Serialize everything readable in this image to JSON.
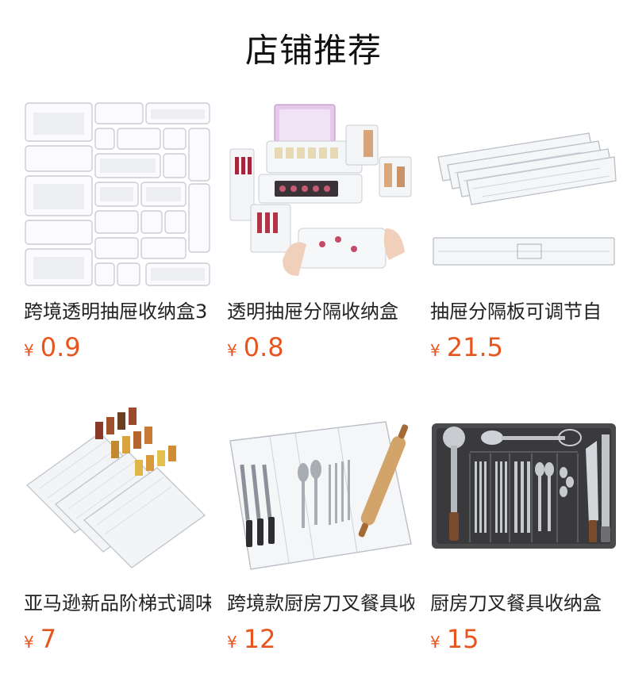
{
  "header": {
    "title": "店铺推荐"
  },
  "currency_symbol": "¥",
  "products": [
    {
      "name": "跨境透明抽屉收纳盒3",
      "price": "0.9",
      "image": "clear-drawer-organizer-set"
    },
    {
      "name": "透明抽屉分隔收纳盒",
      "price": "0.8",
      "image": "retractable-storage-box-makeup"
    },
    {
      "name": "抽屉分隔板可调节自",
      "price": "21.5",
      "image": "adjustable-drawer-dividers"
    },
    {
      "name": "亚马逊新品阶梯式调味",
      "price": "7",
      "image": "tiered-spice-rack-insert"
    },
    {
      "name": "跨境款厨房刀叉餐具收",
      "price": "12",
      "image": "clear-expandable-cutlery-tray"
    },
    {
      "name": "厨房刀叉餐具收纳盒",
      "price": "15",
      "image": "black-expandable-cutlery-tray"
    }
  ]
}
